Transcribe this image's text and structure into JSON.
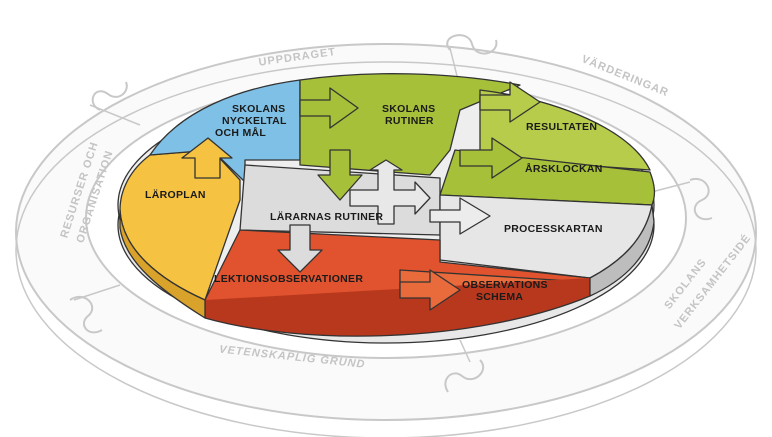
{
  "outer_ring": {
    "top": "UPPDRAGET",
    "top_right": "VÄRDERINGAR",
    "right": [
      "SKOLANS",
      "VERKSAMHETSIDÉ"
    ],
    "bottom": "VETENSKAPLIG GRUND",
    "left": [
      "RESURSER OCH",
      "ORGANISATION"
    ]
  },
  "segments": {
    "nyckeltal": [
      "SKOLANS",
      "NYCKELTAL",
      "OCH MÅL"
    ],
    "rutiner": [
      "SKOLANS",
      "RUTINER"
    ],
    "resultaten": "RESULTATEN",
    "arsklockan": "ÅRSKLOCKAN",
    "laroplan": "LÄROPLAN",
    "lararnas_rutiner": "LÄRARNAS RUTINER",
    "processkartan": "PROCESSKARTAN",
    "lektionsobservationer": "LEKTIONSOBSERVATIONER",
    "observationsschema": [
      "OBSERVATIONS",
      "SCHEMA"
    ]
  },
  "colors": {
    "blue": "#7fc1e6",
    "green": "#a6c03a",
    "yellow": "#f5c242",
    "gray": "#dcdcdc",
    "red": "#e0532e",
    "ring": "#d8d8d8"
  }
}
